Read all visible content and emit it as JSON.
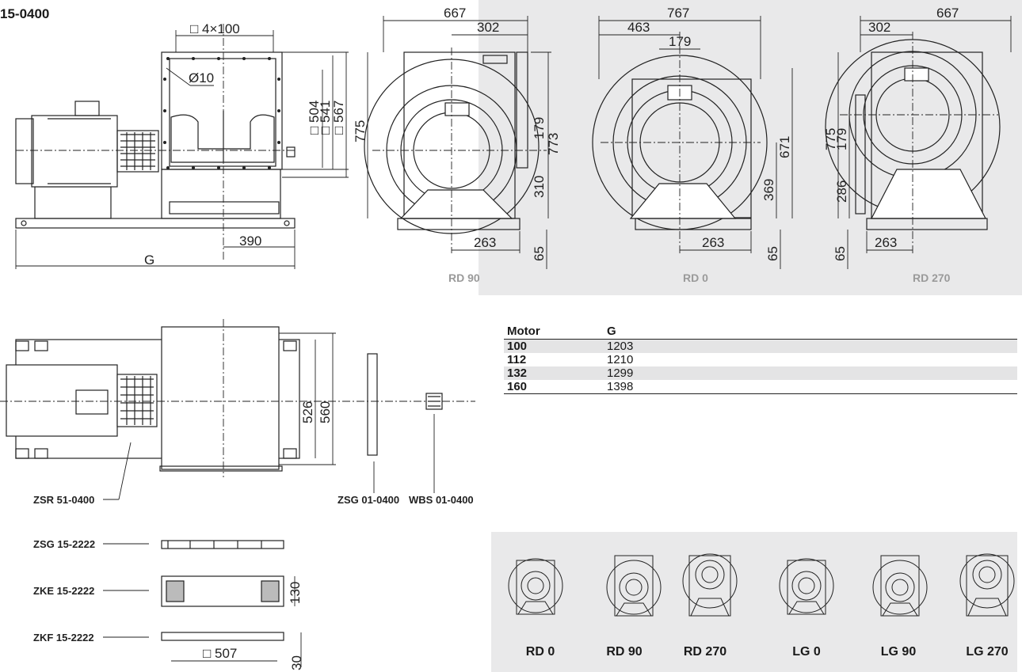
{
  "model_code": "15-0400",
  "side_view": {
    "flange_label": "□ 4×100",
    "hole_label": "Ø10",
    "inner_dims": [
      "□ 504",
      "□ 541",
      "□ 567"
    ],
    "height": "775",
    "dim_390": "390",
    "dim_g": "G"
  },
  "views": [
    {
      "name": "RD 90",
      "width_total": "667",
      "width_part": "302",
      "height_total": "775",
      "dims": [
        "179",
        "773",
        "310"
      ],
      "bottom": "263",
      "foot": "65"
    },
    {
      "name": "RD 0",
      "width_total": "767",
      "width_part": "463",
      "width_inner": "179",
      "dims": [
        "671",
        "369"
      ],
      "bottom": "263",
      "foot": "65"
    },
    {
      "name": "RD 270",
      "width_total": "667",
      "width_part": "302",
      "dims": [
        "775",
        "179",
        "286"
      ],
      "bottom": "263",
      "foot": "65"
    }
  ],
  "top_view": {
    "dims": [
      "526",
      "560"
    ]
  },
  "accessories": {
    "zsr": "ZSR 51-0400",
    "zsg01": "ZSG 01-0400",
    "wbs": "WBS 01-0400",
    "zsg15": "ZSG 15-2222",
    "zke": "ZKE 15-2222",
    "zkf": "ZKF 15-2222",
    "zke_height": "130",
    "zkf_width": "□ 507",
    "zkf_height": "30"
  },
  "motor_table": {
    "headers": [
      "Motor",
      "G"
    ],
    "rows": [
      {
        "motor": "100",
        "g": "1203"
      },
      {
        "motor": "112",
        "g": "1210"
      },
      {
        "motor": "132",
        "g": "1299"
      },
      {
        "motor": "160",
        "g": "1398"
      }
    ]
  },
  "positions": [
    "RD 0",
    "RD 90",
    "RD 270",
    "LG 0",
    "LG 90",
    "LG 270"
  ]
}
